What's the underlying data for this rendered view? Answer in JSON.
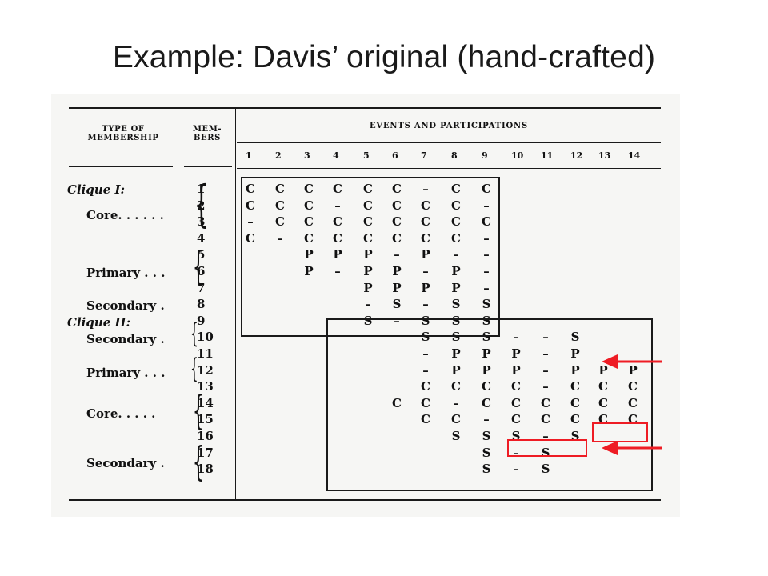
{
  "slide": {
    "title": "Example: Davis’ original (hand-crafted)"
  },
  "table": {
    "headers": {
      "type": "TYPE OF\nMEMBERSHIP",
      "members": "MEM-\nBERS",
      "events": "EVENTS AND PARTICIPATIONS"
    },
    "event_numbers": [
      "1",
      "2",
      "3",
      "4",
      "5",
      "6",
      "7",
      "8",
      "9",
      "10",
      "11",
      "12",
      "13",
      "14"
    ],
    "clique_labels": [
      "Clique I:",
      "Clique II:"
    ],
    "type_labels": [
      "Core. . . . . .",
      "Primary . . .",
      "Secondary .",
      "Secondary .",
      "Primary . . .",
      "Core. . . . .",
      "Secondary ."
    ],
    "rows": [
      {
        "member": "1",
        "cells": [
          "C",
          "C",
          "C",
          "C",
          "C",
          "C",
          "–",
          "C",
          "C",
          "",
          "",
          "",
          "",
          ""
        ]
      },
      {
        "member": "2",
        "cells": [
          "C",
          "C",
          "C",
          "–",
          "C",
          "C",
          "C",
          "C",
          "–",
          "",
          "",
          "",
          "",
          ""
        ]
      },
      {
        "member": "3",
        "cells": [
          "–",
          "C",
          "C",
          "C",
          "C",
          "C",
          "C",
          "C",
          "C",
          "",
          "",
          "",
          "",
          ""
        ]
      },
      {
        "member": "4",
        "cells": [
          "C",
          "–",
          "C",
          "C",
          "C",
          "C",
          "C",
          "C",
          "–",
          "",
          "",
          "",
          "",
          ""
        ]
      },
      {
        "member": "5",
        "cells": [
          "",
          "",
          "P",
          "P",
          "P",
          "–",
          "P",
          "–",
          "–",
          "",
          "",
          "",
          "",
          ""
        ]
      },
      {
        "member": "6",
        "cells": [
          "",
          "",
          "P",
          "–",
          "P",
          "P",
          "–",
          "P",
          "–",
          "",
          "",
          "",
          "",
          ""
        ]
      },
      {
        "member": "7",
        "cells": [
          "",
          "",
          "",
          "",
          "P",
          "P",
          "P",
          "P",
          "–",
          "",
          "",
          "",
          "",
          ""
        ]
      },
      {
        "member": "8",
        "cells": [
          "",
          "",
          "",
          "",
          "–",
          "S",
          "–",
          "S",
          "S",
          "",
          "",
          "",
          "",
          ""
        ]
      },
      {
        "member": "9",
        "cells": [
          "",
          "",
          "",
          "",
          "S",
          "–",
          "S",
          "S",
          "S",
          "",
          "",
          "",
          "",
          ""
        ]
      },
      {
        "member": "10",
        "cells": [
          "",
          "",
          "",
          "",
          "",
          "",
          "S",
          "S",
          "S",
          "–",
          "–",
          "S",
          "",
          ""
        ]
      },
      {
        "member": "11",
        "cells": [
          "",
          "",
          "",
          "",
          "",
          "",
          "–",
          "P",
          "P",
          "P",
          "–",
          "P",
          "",
          ""
        ]
      },
      {
        "member": "12",
        "cells": [
          "",
          "",
          "",
          "",
          "",
          "",
          "–",
          "P",
          "P",
          "P",
          "–",
          "P",
          "P",
          "P"
        ]
      },
      {
        "member": "13",
        "cells": [
          "",
          "",
          "",
          "",
          "",
          "",
          "C",
          "C",
          "C",
          "C",
          "–",
          "C",
          "C",
          "C"
        ]
      },
      {
        "member": "14",
        "cells": [
          "",
          "",
          "",
          "",
          "",
          "C",
          "C",
          "–",
          "C",
          "C",
          "C",
          "C",
          "C",
          "C"
        ]
      },
      {
        "member": "15",
        "cells": [
          "",
          "",
          "",
          "",
          "",
          "",
          "C",
          "C",
          "–",
          "C",
          "C",
          "C",
          "C",
          "C"
        ]
      },
      {
        "member": "16",
        "cells": [
          "",
          "",
          "",
          "",
          "",
          "",
          "",
          "S",
          "S",
          "S",
          "–",
          "S",
          "",
          ""
        ]
      },
      {
        "member": "17",
        "cells": [
          "",
          "",
          "",
          "",
          "",
          "",
          "",
          "",
          "S",
          "–",
          "S",
          "",
          "",
          ""
        ]
      },
      {
        "member": "18",
        "cells": [
          "",
          "",
          "",
          "",
          "",
          "",
          "",
          "",
          "S",
          "–",
          "S",
          "",
          "",
          ""
        ]
      }
    ]
  },
  "colors": {
    "highlight": "#ee1c24",
    "ink": "#111111",
    "paper": "#f6f6f4"
  }
}
